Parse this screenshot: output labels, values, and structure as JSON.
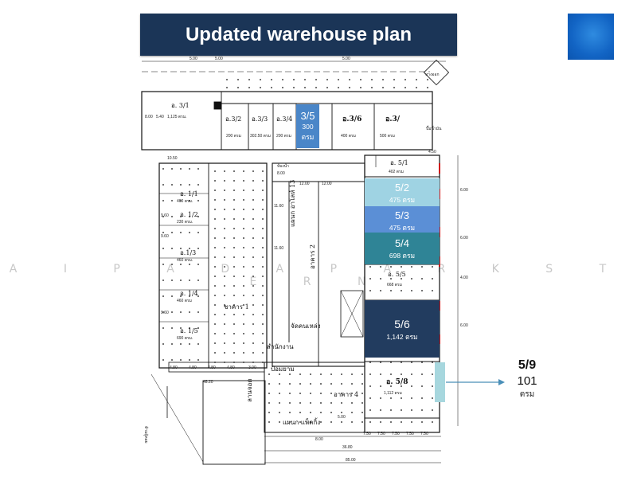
{
  "title": "Updated warehouse plan",
  "watermark": "A I P A D A  P A R K  S T E R N",
  "colors": {
    "title_bg": "#1b3557",
    "logo": "#1a6fd0",
    "blk_3_5": "#4a86c8",
    "blk_5_2": "#9fd3e3",
    "blk_5_3": "#5b8fd6",
    "blk_5_4": "#2f8496",
    "blk_5_6": "#223c5f",
    "blk_5_9": "#a7d7de",
    "arrow": "#4a8fb8"
  },
  "highlighted_units": {
    "u35": {
      "id": "3/5",
      "area": "300",
      "unit": "ตรม"
    },
    "u52": {
      "id": "5/2",
      "area": "475 ตรม"
    },
    "u53": {
      "id": "5/3",
      "area": "475 ตรม"
    },
    "u54": {
      "id": "5/4",
      "area": "698 ตรม"
    },
    "u56": {
      "id": "5/6",
      "area": "1,142 ตรม"
    }
  },
  "callout": {
    "id": "5/9",
    "value": "101",
    "unit": "ตรม"
  },
  "plan_labels": {
    "u31": "อ. 3/1",
    "u31_area": "1,125 ตรม.",
    "u32": "อ.3/2",
    "u32_area": "200 ตรม",
    "u33": "อ.3/3",
    "u33_area": "302.50 ตรม",
    "u34": "อ.3/4",
    "u34_area": "200 ตรม",
    "u36": "อ.3/6",
    "u36_area": "400 ตรม",
    "u37": "อ.3/",
    "u37_area": "500 ตรม",
    "u51": "อ. 5/1",
    "u51_area": "402 ตรม",
    "u55": "อ. 5/5",
    "u55_area": "668 ตรม",
    "u58": "อ. 5/8",
    "u58_area": "1,112 ตรม",
    "u11": "อ. 1/1",
    "u11_area": "460 ตรม.",
    "u12": "อ. 1/2",
    "u12_area": "230 ตรม.",
    "u13": "อ.1/3",
    "u13_area": "460 ตรม.",
    "u14": "อ. 1/4",
    "u14_area": "460 ตรม",
    "u15": "อ. 1/5",
    "u15_area": "690 ตรม.",
    "aisle1": "ชาคาร 1",
    "aisle2": "อาคาร 2",
    "aisle4": "อาคาร 4",
    "office": "สำนักงาน",
    "sortarea": "จัดคนเหล่ง",
    "pack": "แผนก แพ็คกิ้ง",
    "ops": "แผนก อาโลห์ 13",
    "security": "ป้อมยาม",
    "water": "ห้องน้ำ",
    "gate": "ปั๊มน้ำมัน",
    "exit": "ทางออก",
    "parking": "ลานจอด",
    "weigh": "ห้ามผู้คอย",
    "dims": {
      "d1": "5.00",
      "d2": "8.00",
      "d3": "5.00",
      "d4": "9.60",
      "d5": "12.00",
      "d6": "11.60",
      "d7": "4.80",
      "d8": "4.80",
      "d9": "48.20",
      "d10": "36.80",
      "d11": "85.00",
      "d12": "7.50",
      "d13": "10.50",
      "d14": "4.50",
      "d15": "6.00",
      "d16": "3.00",
      "d17": "4.00",
      "d18": "1.00",
      "d19": "5.40",
      "d20": "8.00"
    }
  }
}
